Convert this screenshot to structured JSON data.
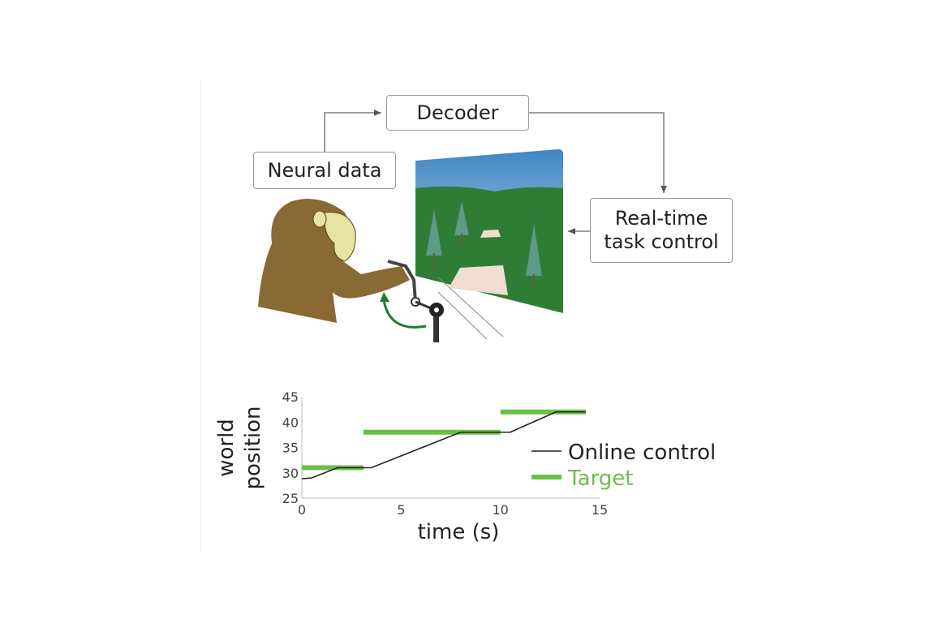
{
  "diagram": {
    "boxes": {
      "decoder": "Decoder",
      "neural_data": "Neural data",
      "task_control_line1": "Real-time",
      "task_control_line2": "task control"
    }
  },
  "colors": {
    "monkey": "#8a6a34",
    "face": "#e8e3a0",
    "grass": "#2e7d32",
    "sky": "#4a90c8",
    "target": "#6cbf4a",
    "online": "#222222",
    "arrow_green": "#1f7a3a"
  },
  "chart_data": {
    "type": "line",
    "title": "",
    "xlabel": "time (s)",
    "ylabel_line1": "world",
    "ylabel_line2": "position",
    "xlim": [
      0,
      15
    ],
    "ylim": [
      25,
      45
    ],
    "xticks": [
      "0",
      "5",
      "10",
      "15"
    ],
    "yticks": [
      "25",
      "30",
      "35",
      "40",
      "45"
    ],
    "grid": false,
    "legend_placement": "right",
    "series": [
      {
        "name": "Online control",
        "x": [
          0,
          0.5,
          1.8,
          3.5,
          8.0,
          10.5,
          12.8,
          14.3
        ],
        "y": [
          28.8,
          29.0,
          31.0,
          31.0,
          38.0,
          38.0,
          42.0,
          42.0
        ]
      },
      {
        "name": "Target",
        "segments": [
          {
            "x0": 0,
            "x1": 3.1,
            "y": 31
          },
          {
            "x0": 3.1,
            "x1": 10.0,
            "y": 38
          },
          {
            "x0": 10.0,
            "x1": 14.3,
            "y": 42
          }
        ]
      }
    ]
  }
}
